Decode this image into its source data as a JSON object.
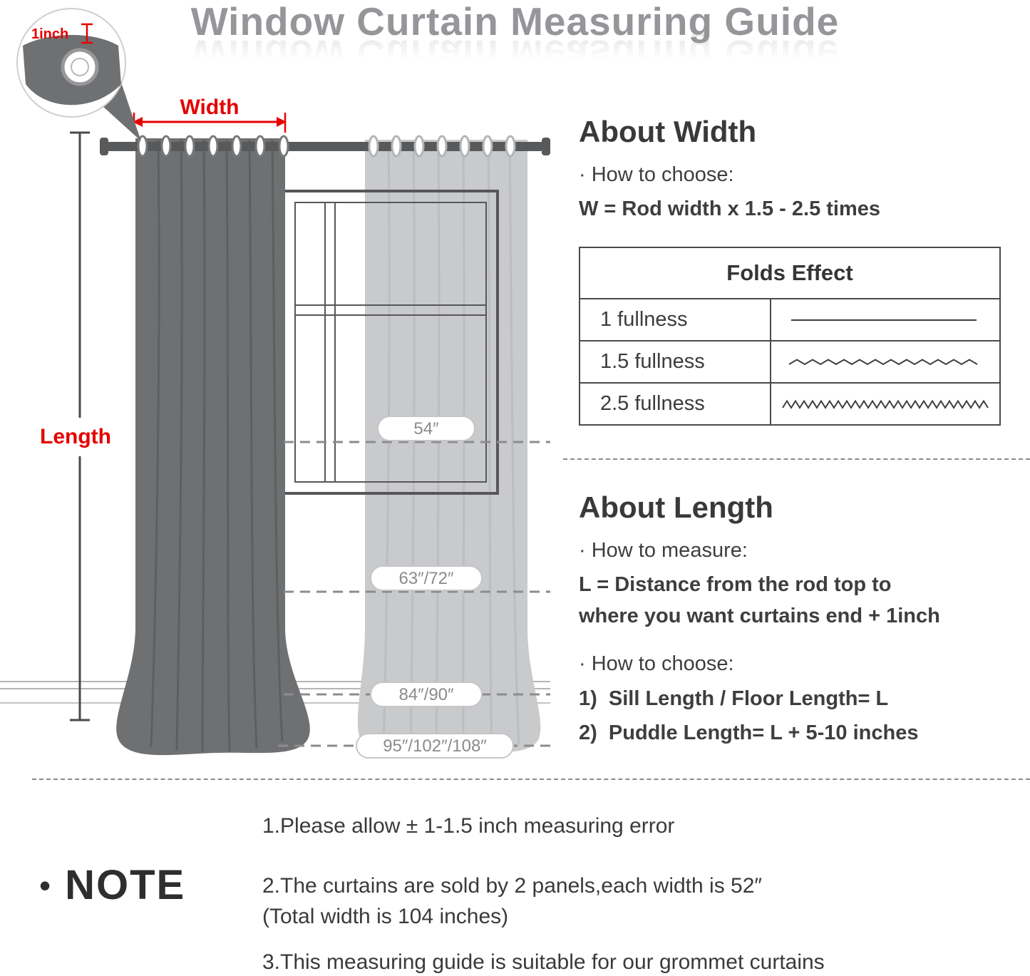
{
  "title": "Window Curtain Measuring Guide",
  "colors": {
    "accent_red": "#e60000",
    "title_gray": "#96969a",
    "text_dark": "#3e3e40",
    "curtain_dark": "#6f7072",
    "curtain_light": "#c9cacc",
    "rod_gray": "#58595b"
  },
  "diagram": {
    "callout_label": "1inch",
    "width_label": "Width",
    "length_label": "Length",
    "length_marks": [
      "54″",
      "63″/72″",
      "84″/90″",
      "95″/102″/108″"
    ]
  },
  "about_width": {
    "heading": "About Width",
    "how_to_choose_label": "· How to choose:",
    "formula": "W = Rod width x 1.5 - 2.5 times",
    "folds_table": {
      "header": "Folds Effect",
      "rows": [
        {
          "label": "1 fullness",
          "fold_style": "straight"
        },
        {
          "label": "1.5 fullness",
          "fold_style": "wavy"
        },
        {
          "label": "2.5 fullness",
          "fold_style": "dense-zigzag"
        }
      ]
    }
  },
  "about_length": {
    "heading": "About Length",
    "how_to_measure_label": "· How to measure:",
    "formula_line1": "L = Distance from the rod top to",
    "formula_line2": "where you want curtains end + 1inch",
    "how_to_choose_label": "· How to choose:",
    "options": [
      "1)  Sill Length / Floor Length= L",
      "2)  Puddle Length= L + 5-10 inches"
    ]
  },
  "note": {
    "bullet": "•",
    "label": "NOTE",
    "items": [
      "1.Please allow ± 1-1.5 inch measuring error",
      "2.The curtains are sold by 2 panels,each width is 52″",
      "(Total width is 104 inches)",
      "3.This measuring guide is suitable for our grommet curtains"
    ]
  }
}
